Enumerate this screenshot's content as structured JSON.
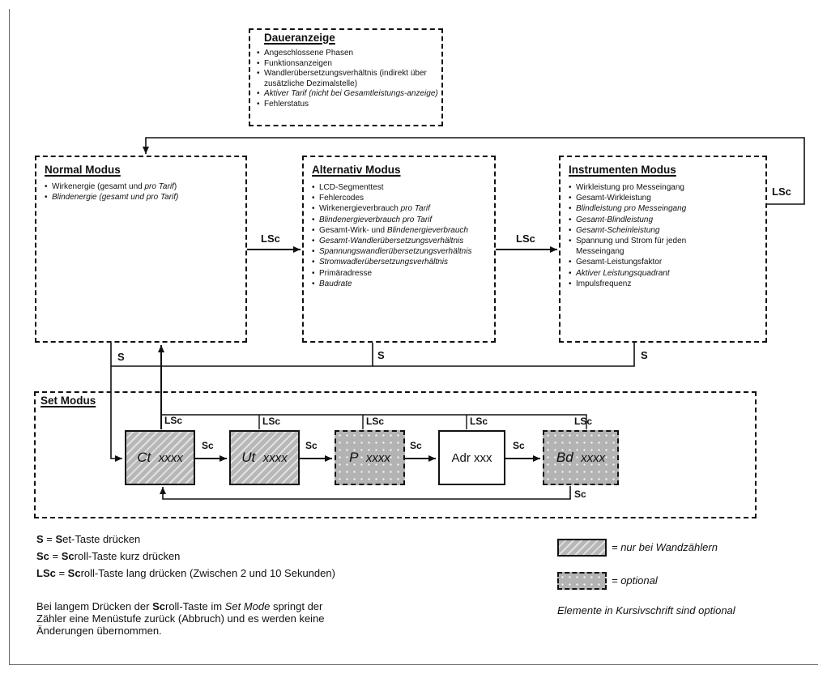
{
  "daueranzeige": {
    "title": "Daueranzeige",
    "items": [
      {
        "text": "Angeschlossene Phasen"
      },
      {
        "text": "Funktionsanzeigen"
      },
      {
        "text": "Wandlerübersetzungsverhältnis (indirekt über zusätzliche Dezimalstelle)"
      },
      {
        "text": "Aktiver Tarif (nicht bei Gesamtleistungs-anzeige)"
      },
      {
        "text": "Fehlerstatus"
      }
    ]
  },
  "normal": {
    "title": "Normal Modus",
    "item1_a": "Wirkenergie (gesamt und ",
    "item1_b": "pro Tarif",
    "item1_c": ")",
    "item2": "Blindenergie (gesamt und pro Tarif)"
  },
  "alternativ": {
    "title": "Alternativ Modus",
    "items": [
      "LCD-Segmenttest",
      "Fehlercodes",
      "Wirkenergieverbrauch ",
      "Blindenergieverbrauch pro Tarif",
      "Gesamt-Wirk- und ",
      "Gesamt-Wandlerübersetzungsverhältnis",
      "Spannungswandlerübersetzungsverhältnis",
      "Stromwadlerübersetzungsverhältnis",
      "Primäradresse",
      "Baudrate"
    ],
    "item3_it": "pro Tarif",
    "item5_it": "Blindenergieverbrauch"
  },
  "instrumenten": {
    "title": "Instrumenten Modus",
    "items": [
      "Wirkleistung pro Messeingang",
      "Gesamt-Wirkleistung",
      "Blindleistung pro Messeingang",
      "Gesamt-Blindleistung",
      "Gesamt-Scheinleistung",
      "Spannung und Strom für jeden Messeingang",
      "Gesamt-Leistungsfaktor",
      "Aktiver Leistungsquadrant",
      "Impulsfrequenz"
    ]
  },
  "set": {
    "title": "Set Modus",
    "boxes": [
      {
        "name": "Ct",
        "value": "xxxx"
      },
      {
        "name": "Ut",
        "value": "xxxx"
      },
      {
        "name": "P",
        "value": "xxxx"
      },
      {
        "name": "Adr xxx",
        "value": ""
      },
      {
        "name": "Bd",
        "value": "xxxx"
      }
    ]
  },
  "labels": {
    "lsc": "LSc",
    "sc": "Sc",
    "s": "S"
  },
  "legend": {
    "s_key": "S",
    "s_eq": " = ",
    "s_bold": "S",
    "s_text": "et-Taste drücken",
    "sc_key": "Sc",
    "sc_eq": " = ",
    "sc_bold": "Sc",
    "sc_text": "roll-Taste kurz drücken",
    "lsc_key": "LSc",
    "lsc_eq": " = ",
    "lsc_bold": "Sc",
    "lsc_text": "roll-Taste lang drücken (Zwischen 2 und 10 Sekunden)",
    "hatch_text": "= nur bei Wandzählern",
    "dots_text": "= optional",
    "italic_note": "Elemente in Kursivschrift sind optional"
  },
  "note": {
    "a": "Bei langem Drücken der ",
    "b": "Sc",
    "c": "roll-Taste im ",
    "d": "Set Mode",
    "e": " springt der Zähler eine Menüstufe zurück (Abbruch) und es werden keine Änderungen übernommen."
  },
  "colors": {
    "ink": "#111111",
    "hatch": "#b7b7b7",
    "dots": "#b3b3b3"
  }
}
